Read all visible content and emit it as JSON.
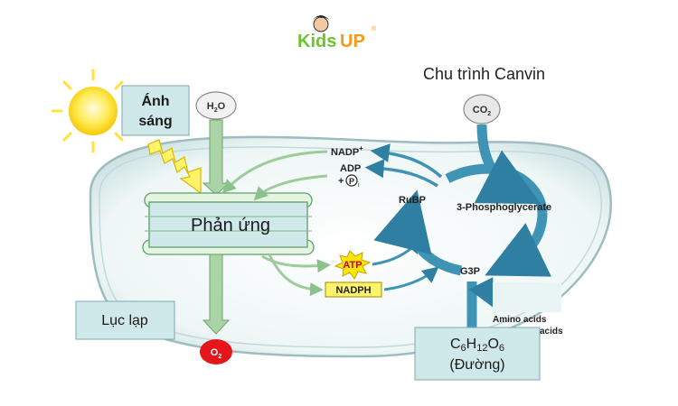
{
  "logo": {
    "text_kids": "Kids",
    "text_up": "UP",
    "mark": "®"
  },
  "title": "Chu trình Canvin",
  "inputs": {
    "water": "H2O",
    "co2": "CO2",
    "oxygen": "O2",
    "phosphate_symbol": "P",
    "phosphate_sub": "i",
    "phosphate_plus": "+"
  },
  "labels": {
    "light": "Ánh sáng",
    "reaction": "Phản ứng",
    "chloroplast": "Lục lạp",
    "nadp": "NADP",
    "nadp_sup": "+",
    "adp": "ADP",
    "rubp": "RuBP",
    "phosphoglycerate": "3-Phosphoglycerate",
    "atp": "ATP",
    "nadph": "NADPH",
    "g3p": "G3P",
    "amino_acids": "Amino acids",
    "fatty_acids_partial": "acids",
    "sugar_formula": "C6H12O6",
    "sugar_name": "(Đường)"
  },
  "colors": {
    "sun": "#ffe23a",
    "calvin_arrow": "#3f94b6",
    "green_arrow": "#8cc08c",
    "membrane_fill": "#d7ecec",
    "oxygen": "#e4161b",
    "atp": "#ffe600",
    "box": "#cfe8ea",
    "logo_green": "#6cc330",
    "logo_orange": "#f39a1d"
  }
}
